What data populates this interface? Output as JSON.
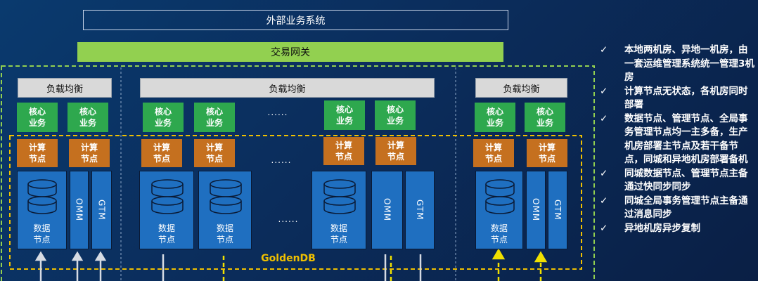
{
  "external_system": "外部业务系统",
  "gateway": "交易网关",
  "load_balancer": "负载均衡",
  "core_service": "核心\n业务",
  "compute_node": "计算\n节点",
  "data_node": "数据\n节点",
  "omm": "OMM",
  "gtm": "GTM",
  "ellipsis": "......",
  "goldendb": "GoldenDB",
  "bullets": [
    "本地两机房、异地一机房，由一套运维管理系统统一管理3机房",
    "计算节点无状态，各机房同时部署",
    "数据节点、管理节点、全局事务管理节点均一主多备，生产机房部署主节点及若干备节点，同城和异地机房部署备机",
    "同城数据节点、管理节点主备通过快同步同步",
    "同城全局事务管理节点主备通过消息同步",
    "异地机房异步复制"
  ],
  "check": "✓",
  "colors": {
    "gateway": "#92d050",
    "core": "#2ea84e",
    "compute": "#c5701f",
    "node": "#1f6fc0",
    "dashed_green": "#92d050",
    "dashed_yellow": "#f0c000"
  }
}
